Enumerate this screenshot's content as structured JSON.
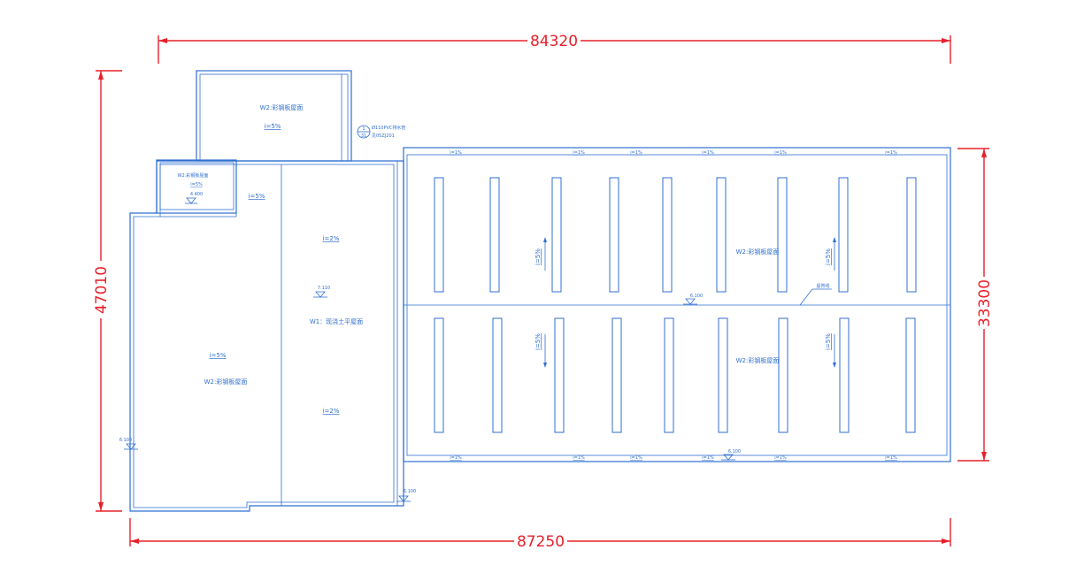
{
  "dimensions": {
    "top": "84320",
    "bottom": "87250",
    "left": "47010",
    "right": "33300"
  },
  "colors": {
    "dimension": "#e8202a",
    "outline": "#2f6fd0",
    "background": "#ffffff"
  },
  "labels": {
    "w2_top_room": "W2:彩钢板屋面",
    "slope_top_room": "i=5%",
    "w2_small_room": "W2:彩钢板屋面",
    "slope_small_room": "i=5%",
    "elev_small_room": "4.400",
    "slope_mid_strip": "i=5%",
    "slope_w1_upper": "i=2%",
    "elev_w1": "7.110",
    "w1_label": "W1：现浇土平屋面",
    "slope_w1_lower": "i=2%",
    "slope_left_wing": "i=5%",
    "w2_left_wing": "W2:彩钢板屋面",
    "elev_left_wing": "6.100",
    "elev_bottom_corner": "6.100",
    "pipe_callout_number": "1",
    "pipe_callout_sheet": "31",
    "pipe_line1": "Ø110PVC排水管",
    "pipe_line2": "见05ZJ201",
    "w2_right_upper": "W2:彩钢板屋面",
    "w2_right_lower": "W2:彩钢板屋面",
    "ridge_label": "屋脊线",
    "elev_ridge": "6.100",
    "elev_bottom_gutter": "6.100",
    "slope_upper_left": "i=5%",
    "slope_upper_right": "i=5%",
    "slope_lower_left": "i=5%",
    "slope_lower_right": "i=5%",
    "gutter_top_slopes": [
      "i=1%",
      "i=1%",
      "i=1%",
      "i=1%",
      "i=1%",
      "i=1%"
    ],
    "gutter_bottom_slopes": [
      "i=1%",
      "i=1%",
      "i=1%",
      "i=1%",
      "i=1%",
      "i=1%"
    ]
  }
}
